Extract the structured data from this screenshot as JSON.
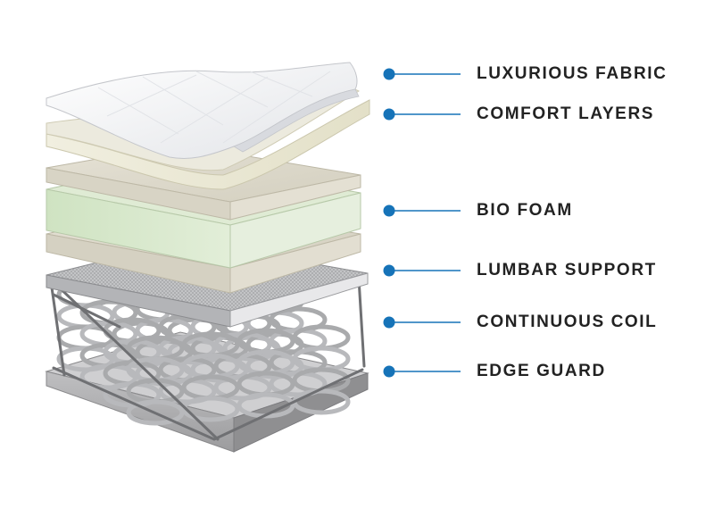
{
  "colors": {
    "accent": "#1673b8",
    "text": "#222222",
    "fabric": "#f3f4f6",
    "comfort": "#e9e7d6",
    "foam_tan": "#ddd9cc",
    "bio_foam": "#d6e7cb",
    "coil_gray": "#a9aaac"
  },
  "callouts": [
    {
      "id": "luxurious-fabric",
      "label": "LUXURIOUS FABRIC"
    },
    {
      "id": "comfort-layers",
      "label": "COMFORT LAYERS"
    },
    {
      "id": "bio-foam",
      "label": "BIO FOAM"
    },
    {
      "id": "lumbar-support",
      "label": "LUMBAR SUPPORT"
    },
    {
      "id": "continuous-coil",
      "label": "CONTINUOUS COIL"
    },
    {
      "id": "edge-guard",
      "label": "EDGE GUARD"
    }
  ]
}
